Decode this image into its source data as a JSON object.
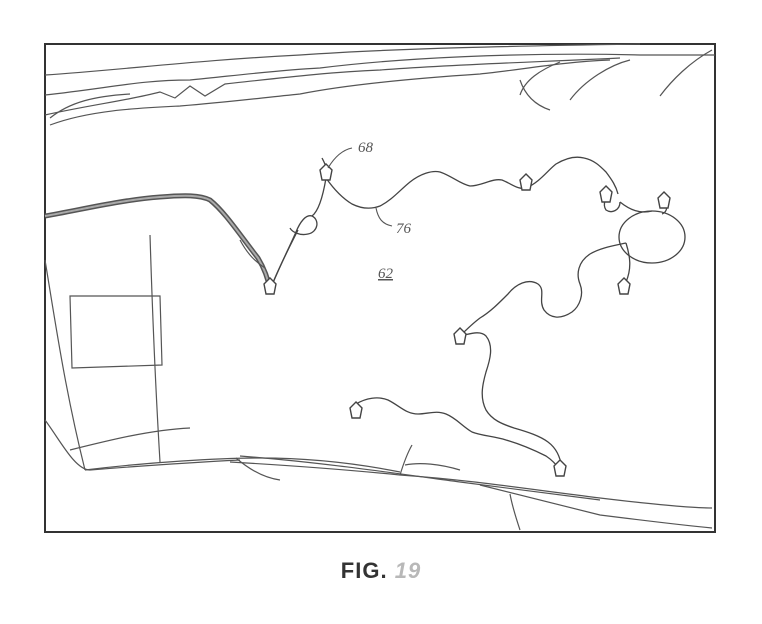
{
  "figure": {
    "caption_prefix": "FIG.",
    "caption_number": "19"
  },
  "labels": {
    "ref_68": "68",
    "ref_76": "76",
    "ref_62": "62"
  },
  "colors": {
    "line": "#444444",
    "wire_thick": "#666666",
    "frame": "#333333"
  }
}
